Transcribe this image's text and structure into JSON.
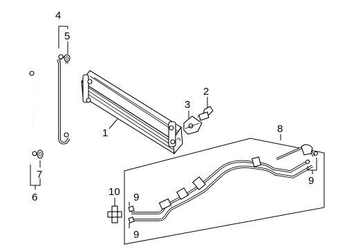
{
  "callouts": {
    "c1": "1",
    "c2": "2",
    "c3": "3",
    "c4": "4",
    "c5": "5",
    "c6": "6",
    "c7": "7",
    "c8": "8",
    "c9a": "9",
    "c9b": "9",
    "c9c": "9",
    "c10": "10"
  }
}
